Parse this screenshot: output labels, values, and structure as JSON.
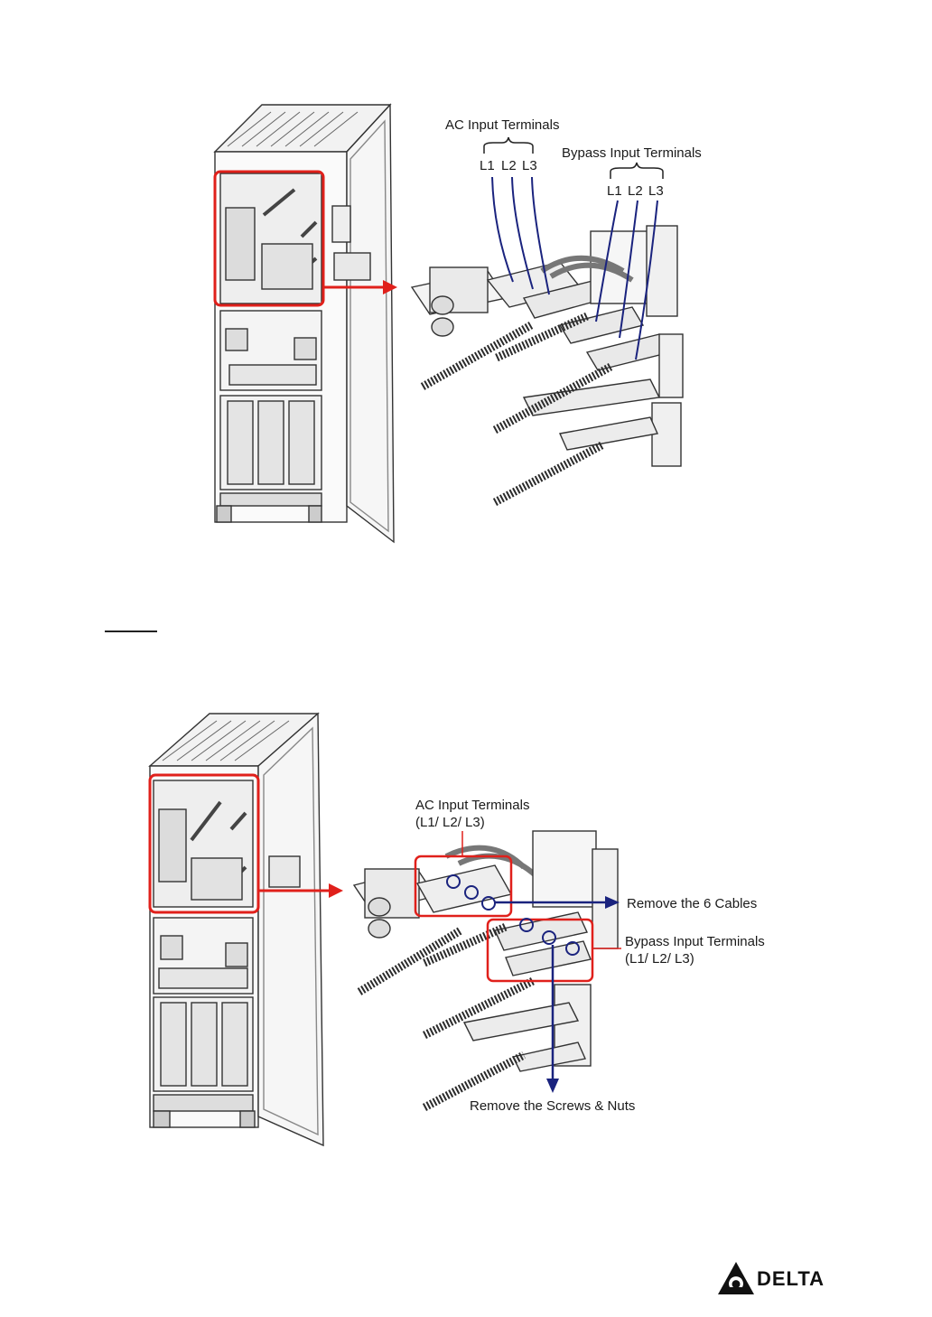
{
  "figure1": {
    "ac_input_terminals": "AC Input Terminals",
    "bypass_input_terminals": "Bypass Input Terminals",
    "ac_phases": [
      "L1",
      "L2",
      "L3"
    ],
    "bypass_phases": [
      "L1",
      "L2",
      "L3"
    ]
  },
  "figure2": {
    "ac_input_terminals_line1": "AC Input Terminals",
    "ac_input_terminals_line2": "(L1/ L2/ L3)",
    "remove_cables": "Remove the 6 Cables",
    "bypass_input_terminals_line1": "Bypass Input Terminals",
    "bypass_input_terminals_line2": "(L1/ L2/ L3)",
    "remove_screws": "Remove the Screws & Nuts"
  },
  "logo": {
    "text": "DELTA"
  },
  "colors": {
    "highlight_red": "#e0201b",
    "callout_blue": "#1a237e"
  }
}
